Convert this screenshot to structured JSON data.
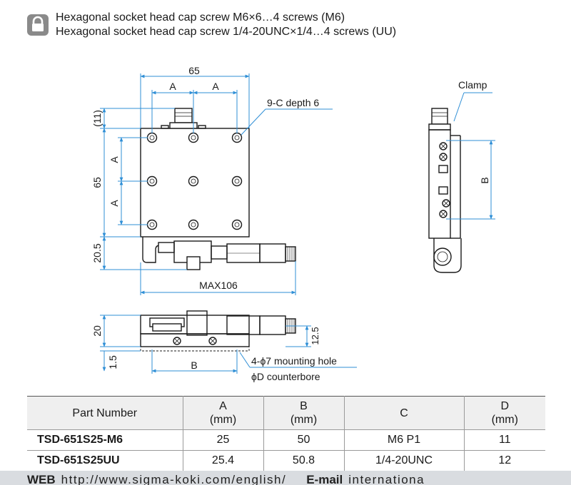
{
  "notes": [
    "Hexagonal socket head cap screw M6×6…4 screws (M6)",
    "Hexagonal socket head cap screw 1/4-20UNC×1/4…4 screws (UU)"
  ],
  "drawing": {
    "dim_65_top": "65",
    "dim_a_left": "A",
    "dim_a_right": "A",
    "dim_11": "(11)",
    "dim_65_side": "65",
    "dim_a_upper": "A",
    "dim_a_lower": "A",
    "dim_20_5": "20.5",
    "dim_max106": "MAX106",
    "label_9c": "9-C depth 6",
    "label_clamp": "Clamp",
    "dim_b_side": "B",
    "dim_20": "20",
    "dim_12_5": "12.5",
    "dim_1_5": "1.5",
    "dim_b_bottom": "B",
    "label_mount1": "4-ϕ7 mounting hole",
    "label_mount2": "ϕD counterbore"
  },
  "table": {
    "headers": [
      {
        "name": "Part Number",
        "unit": ""
      },
      {
        "name": "A",
        "unit": "(mm)"
      },
      {
        "name": "B",
        "unit": "(mm)"
      },
      {
        "name": "C",
        "unit": ""
      },
      {
        "name": "D",
        "unit": "(mm)"
      }
    ],
    "rows": [
      {
        "part": "TSD-651S25-M6",
        "a": "25",
        "b": "50",
        "c": "M6 P1",
        "d": "11"
      },
      {
        "part": "TSD-651S25UU",
        "a": "25.4",
        "b": "50.8",
        "c": "1/4-20UNC",
        "d": "12"
      }
    ]
  },
  "footer": {
    "web_label": "WEB",
    "web_value": "http://www.sigma-koki.com/english/",
    "email_label": "E-mail",
    "email_value": "internationa"
  },
  "colors": {
    "dimension": "#2f8fd6",
    "outline": "#1a1a1a",
    "header_bg": "#efefef"
  },
  "icons": [
    "lock-icon"
  ]
}
